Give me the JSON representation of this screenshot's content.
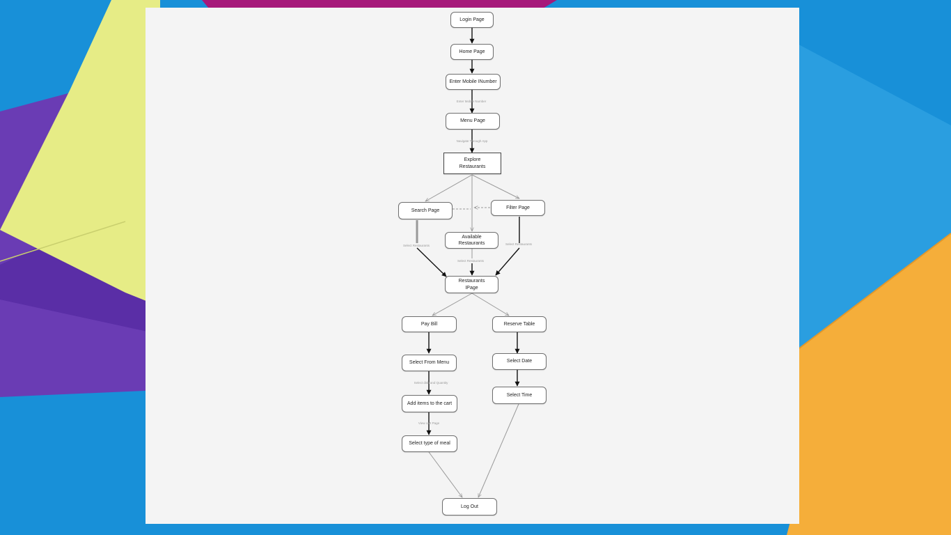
{
  "colors": {
    "background_blue": "#1890d8",
    "envelope_yellow": "#e6ec86",
    "envelope_purple": "#6a3cb4",
    "envelope_orange": "#f5ae3a",
    "envelope_magenta": "#a6197a",
    "sheet": "#f4f4f4"
  },
  "nodes": {
    "login": "Login Page",
    "home": "Home Page",
    "mobile": "Enter Mobile INumber",
    "menu": "Menu Page",
    "explore": "Explore\nRestaurants",
    "search": "Search Page",
    "filter": "Filter Page",
    "available": "Available\nRestaurants",
    "restaurants_page": "Restaurants\nIPage",
    "pay_bill": "Pay Bill",
    "reserve": "Reserve Table",
    "select_menu": "Select From Menu",
    "select_date": "Select Date",
    "add_items": "Add items to the cart",
    "select_time": "Select Time",
    "meal_type": "Select type of meal",
    "logout": "Log Out"
  },
  "edge_labels": {
    "mobile_to_menu": "Enter Mobile Number",
    "menu_to_explore": "Navigate Through App",
    "search_to_restaurants": "Select Restaurants",
    "available_to_restaurants": "Select Restaurants",
    "filter_to_restaurants": "Select Restaurants",
    "menu_to_cart": "Select dish and Quantity",
    "cart_to_meal": "View cart Page"
  }
}
